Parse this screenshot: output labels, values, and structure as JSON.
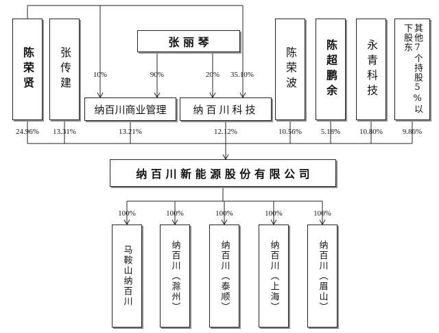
{
  "top_person": "张 丽 琴",
  "holding_cos": {
    "commerce": "纳百川商业管理",
    "tech": "纳百川科技"
  },
  "top_edges": [
    "10%",
    "90%",
    "20%",
    "35.10%"
  ],
  "shareholders": [
    {
      "name": "陈荣贤",
      "pct": "24.96%"
    },
    {
      "name": "张传建",
      "pct": "13.31%"
    },
    {
      "name": "陈荣波",
      "pct": "10.56%"
    },
    {
      "name": "陈超鹏余",
      "pct": "5.18%"
    },
    {
      "name": "永青科技",
      "pct": "10.80%"
    },
    {
      "name": "其他7个持股5%以下股东",
      "pct": "9.86%"
    }
  ],
  "holding_pcts": {
    "commerce": "13.21%",
    "tech": "12.12%"
  },
  "company": "纳 百 川 新 能 源 股 份 有 限 公 司",
  "subsidiaries": [
    {
      "name": "马鞍山纳百川",
      "pct": "100%"
    },
    {
      "name": "纳百川（滁州）",
      "pct": "100%"
    },
    {
      "name": "纳百川（泰顺）",
      "pct": "100%"
    },
    {
      "name": "纳百川（上海）",
      "pct": "100%"
    },
    {
      "name": "纳百川（眉山）",
      "pct": "100%"
    }
  ]
}
